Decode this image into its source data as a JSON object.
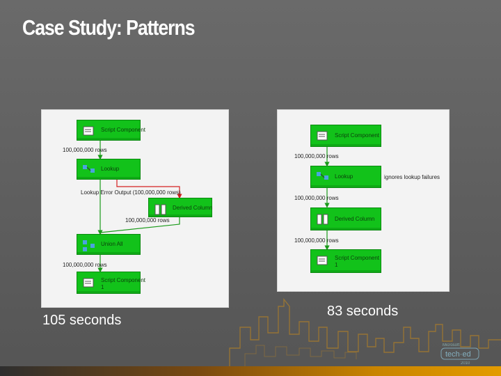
{
  "title": "Case Study: Patterns",
  "panel_a": {
    "components": [
      {
        "label": "Script Component"
      },
      {
        "label": "Lookup"
      },
      {
        "label": "Derived Column"
      },
      {
        "label": "Union All"
      },
      {
        "label": "Script Component",
        "sublabel": "1"
      }
    ],
    "paths": [
      {
        "label": "100,000,000 rows"
      },
      {
        "label": "Lookup Error Output (100,000,000 rows)"
      },
      {
        "label": "100,000,000 rows"
      },
      {
        "label": "100,000,000 rows"
      }
    ],
    "caption": "105 seconds"
  },
  "panel_b": {
    "components": [
      {
        "label": "Script Component"
      },
      {
        "label": "Lookup"
      },
      {
        "label": "Derived Column"
      },
      {
        "label": "Script Component",
        "sublabel": "1"
      }
    ],
    "paths": [
      {
        "label": "100,000,000 rows"
      },
      {
        "label": "100,000,000 rows"
      },
      {
        "label": "100,000,000 rows"
      }
    ],
    "annotation": "ignores lookup failures",
    "caption": "83 seconds"
  },
  "colors": {
    "component_fill": "#12c21a",
    "error_path": "#d42020",
    "data_path": "#1a9a1a",
    "bottom_bar_accent": "#e39c00"
  }
}
